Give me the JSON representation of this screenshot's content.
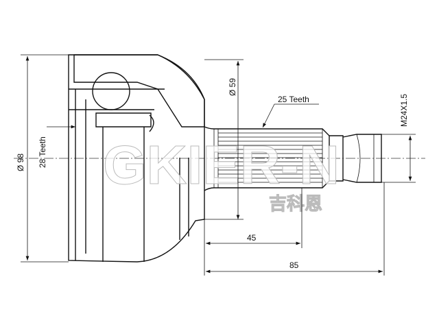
{
  "labels": {
    "outer_diameter": "Ø 98",
    "inner_teeth": "28 Teeth",
    "neck_diameter": "Ø 59",
    "outer_teeth": "25 Teeth",
    "thread": "M24X1.5",
    "spline_length": "45",
    "total_length": "85"
  },
  "watermark": {
    "latin": "GKIER-N",
    "chinese": "吉科恩"
  }
}
